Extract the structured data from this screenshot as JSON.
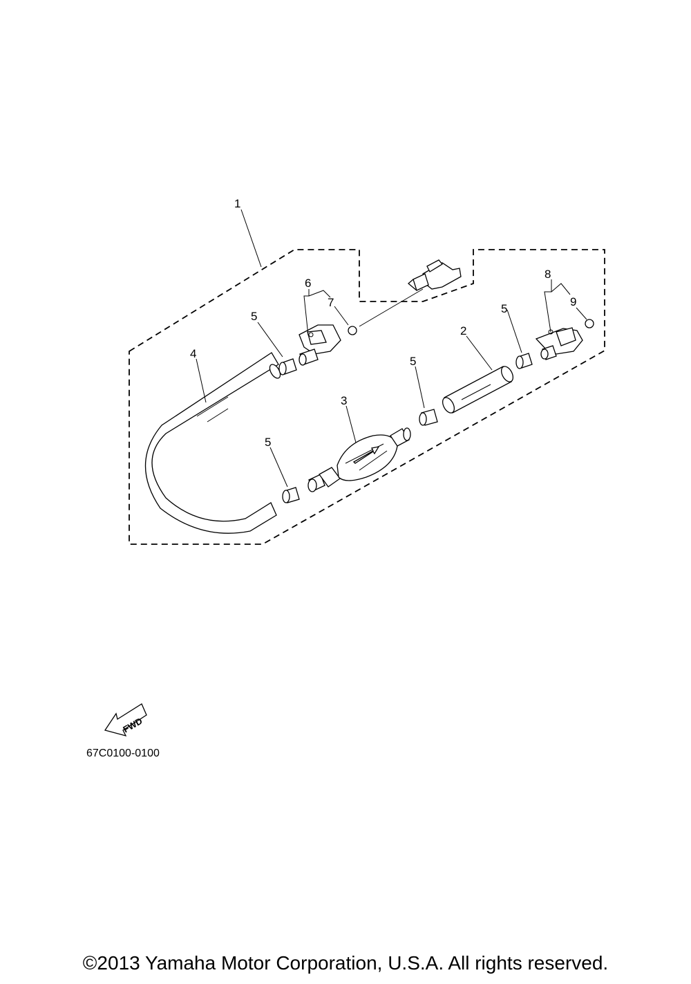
{
  "callouts": {
    "c1": "1",
    "c2": "2",
    "c3": "3",
    "c4": "4",
    "c5a": "5",
    "c5b": "5",
    "c5c": "5",
    "c5d": "5",
    "c6": "6",
    "c7": "7",
    "c8": "8",
    "c9": "9"
  },
  "fwd_arrow": {
    "label": "FWD"
  },
  "diagram_ref": "67C0100-0100",
  "copyright": "©2013 Yamaha Motor Corporation, U.S.A. All rights reserved."
}
